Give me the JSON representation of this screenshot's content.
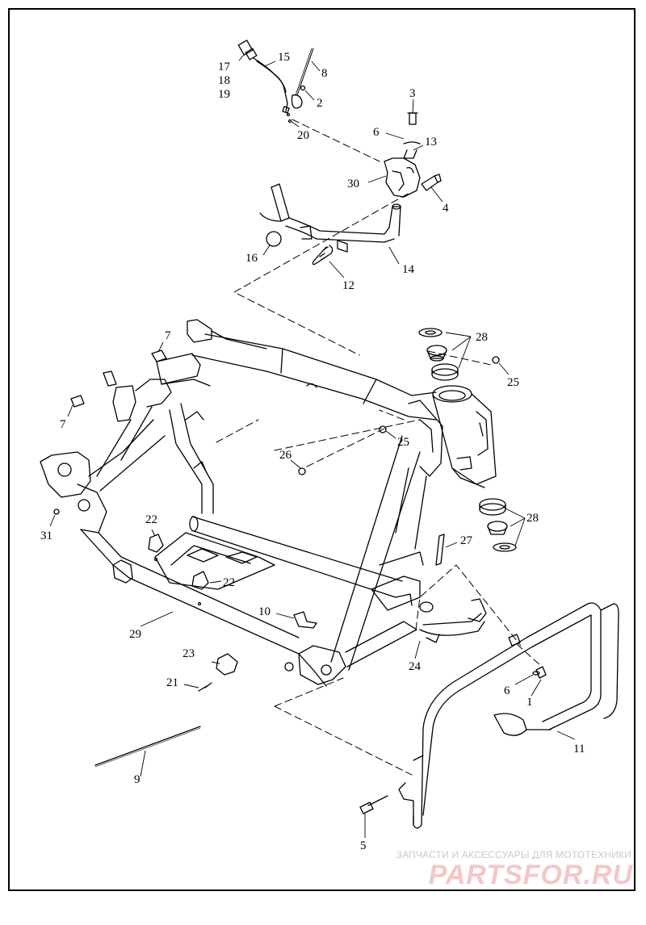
{
  "callouts": [
    {
      "id": "c17",
      "text": "17"
    },
    {
      "id": "c18",
      "text": "18"
    },
    {
      "id": "c19",
      "text": "19"
    },
    {
      "id": "c15",
      "text": "15"
    },
    {
      "id": "c8",
      "text": "8"
    },
    {
      "id": "c2",
      "text": "2"
    },
    {
      "id": "c20",
      "text": "20"
    },
    {
      "id": "c3",
      "text": "3"
    },
    {
      "id": "c6a",
      "text": "6"
    },
    {
      "id": "c13",
      "text": "13"
    },
    {
      "id": "c30",
      "text": "30"
    },
    {
      "id": "c4",
      "text": "4"
    },
    {
      "id": "c16",
      "text": "16"
    },
    {
      "id": "c14",
      "text": "14"
    },
    {
      "id": "c12",
      "text": "12"
    },
    {
      "id": "c7a",
      "text": "7"
    },
    {
      "id": "c28a",
      "text": "28"
    },
    {
      "id": "c25a",
      "text": "25"
    },
    {
      "id": "c7b",
      "text": "7"
    },
    {
      "id": "c25b",
      "text": "25"
    },
    {
      "id": "c26",
      "text": "26"
    },
    {
      "id": "c31",
      "text": "31"
    },
    {
      "id": "c22a",
      "text": "22"
    },
    {
      "id": "c28b",
      "text": "28"
    },
    {
      "id": "c27",
      "text": "27"
    },
    {
      "id": "c22b",
      "text": "22"
    },
    {
      "id": "c10",
      "text": "10"
    },
    {
      "id": "c29",
      "text": "29"
    },
    {
      "id": "c24",
      "text": "24"
    },
    {
      "id": "c23",
      "text": "23"
    },
    {
      "id": "c6b",
      "text": "6"
    },
    {
      "id": "c1",
      "text": "1"
    },
    {
      "id": "c21",
      "text": "21"
    },
    {
      "id": "c11",
      "text": "11"
    },
    {
      "id": "c9",
      "text": "9"
    },
    {
      "id": "c5",
      "text": "5"
    }
  ],
  "watermark": {
    "tagline": "ЗАПЧАСТИ И АКСЕССУАРЫ ДЛЯ МОТОТЕХНИКИ",
    "logo": "PARTSFOR.RU"
  },
  "colors": {
    "line": "#000000",
    "background": "#ffffff",
    "watermark_logo": "#f3c7c7",
    "watermark_text": "#c9c9c9"
  }
}
